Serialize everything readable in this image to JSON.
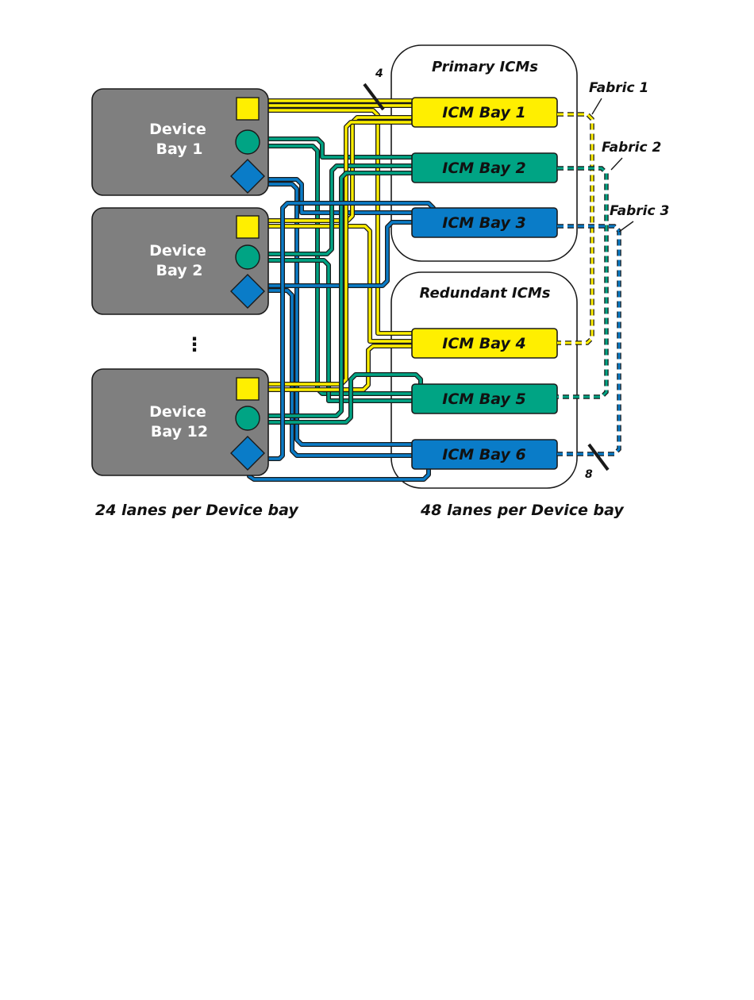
{
  "colors": {
    "yellow": "#ffef00",
    "green": "#00a484",
    "blue": "#0a7cc8",
    "device_gray": "#7f7f7f",
    "outline": "#1a1a1a"
  },
  "device_bays": [
    {
      "line1": "Device",
      "line2": "Bay 1"
    },
    {
      "line1": "Device",
      "line2": "Bay 2"
    },
    {
      "line1": "Device",
      "line2": "Bay 12"
    }
  ],
  "ellipsis": "⋮",
  "groups": {
    "primary": "Primary ICMs",
    "redundant": "Redundant ICMs"
  },
  "icm_bays": [
    {
      "label": "ICM Bay 1",
      "color": "yellow"
    },
    {
      "label": "ICM Bay 2",
      "color": "green"
    },
    {
      "label": "ICM Bay 3",
      "color": "blue"
    },
    {
      "label": "ICM Bay 4",
      "color": "yellow"
    },
    {
      "label": "ICM Bay 5",
      "color": "green"
    },
    {
      "label": "ICM Bay 6",
      "color": "blue"
    }
  ],
  "fabrics": [
    "Fabric 1",
    "Fabric 2",
    "Fabric 3"
  ],
  "lane_counts": {
    "left": "4",
    "right": "8"
  },
  "footer": {
    "left": "24 lanes per Device bay",
    "right": "48 lanes per Device bay"
  },
  "port_icons": [
    "square-icon",
    "circle-icon",
    "diamond-icon"
  ]
}
